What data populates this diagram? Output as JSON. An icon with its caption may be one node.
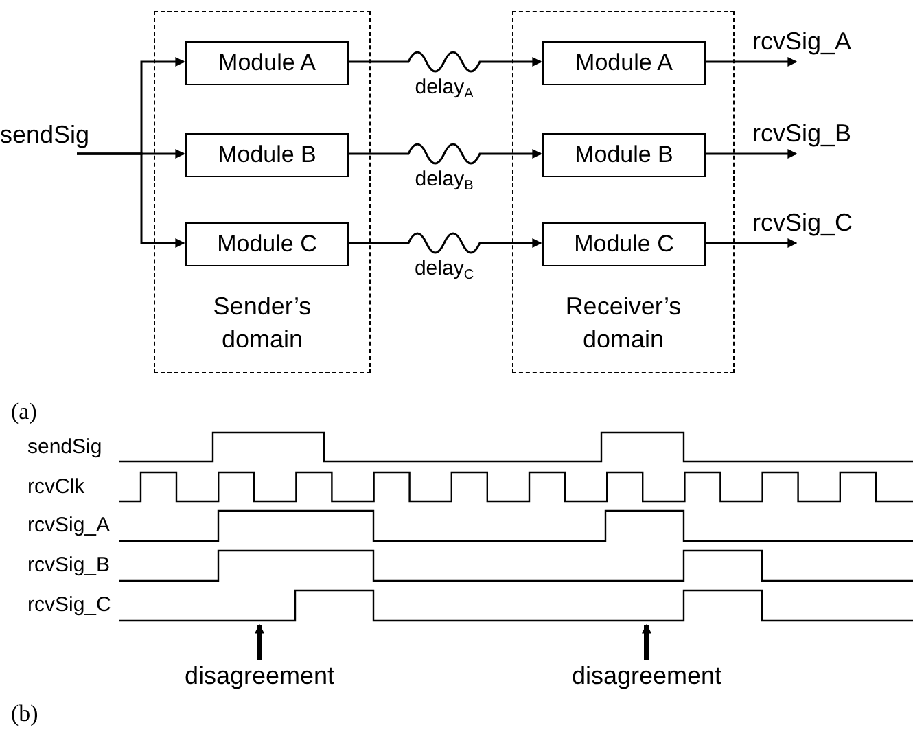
{
  "diagram": {
    "nodes": [
      {
        "text": [
          "sendSig"
        ]
      },
      {
        "text": [
          "Sender’s domain"
        ]
      },
      {
        "text": [
          "Module A"
        ],
        "in": 1
      },
      {
        "text": [
          "Module B"
        ],
        "in": 1
      },
      {
        "text": [
          "Module C"
        ],
        "in": 1
      },
      {
        "text": [
          "Receiver’s domain"
        ]
      },
      {
        "text": [
          "Module A"
        ],
        "in": 5
      },
      {
        "text": [
          "Module B"
        ],
        "in": 5
      },
      {
        "text": [
          "Module C"
        ],
        "in": 5
      },
      {
        "text": [
          "rcvSig_A"
        ]
      },
      {
        "text": [
          "rcvSig_B"
        ]
      },
      {
        "text": [
          "rcvSig_C"
        ]
      },
      {
        "text": [
          "disagreement"
        ]
      },
      {
        "text": [
          "disagreement"
        ]
      }
    ],
    "edges": [
      {
        "from": 0,
        "to": 2,
        "arrow": "to"
      },
      {
        "from": 0,
        "to": 3,
        "arrow": "to"
      },
      {
        "from": 0,
        "to": 4,
        "arrow": "to"
      },
      {
        "from": 2,
        "to": 6,
        "arrow": "to",
        "label": "delay$_{A}$"
      },
      {
        "from": 3,
        "to": 7,
        "arrow": "to",
        "label": "delay$_{B}$"
      },
      {
        "from": 4,
        "to": 8,
        "arrow": "to",
        "label": "delay$_{C}$"
      },
      {
        "from": 6,
        "to": 9,
        "arrow": "to"
      },
      {
        "from": 7,
        "to": 10,
        "arrow": "to"
      },
      {
        "from": 8,
        "to": 11,
        "arrow": "to"
      },
      {
        "from": 12,
        "to": null,
        "arrow": "to",
        "style": "thick"
      },
      {
        "from": 13,
        "to": null,
        "arrow": "to",
        "style": "thick"
      }
    ],
    "labels": [
      "(a)",
      "sendSig",
      "rcvClk",
      "rcvSig_A",
      "rcvSig_B",
      "rcvSig_C",
      "(b)"
    ]
  }
}
